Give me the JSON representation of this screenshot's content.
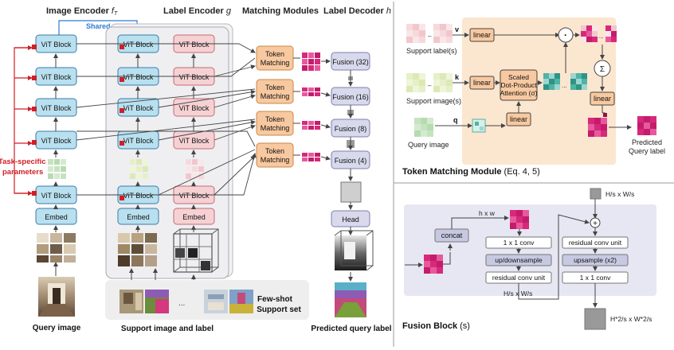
{
  "colors": {
    "vit_blue": "#b9e0ef",
    "vit_blue_border": "#3a7ca8",
    "vit_pink": "#f6d1d3",
    "vit_pink_border": "#c46b72",
    "token_orange": "#f8c9a0",
    "token_orange_border": "#c98849",
    "fusion_purple": "#d8d9ec",
    "fusion_purple_border": "#7e7fa8",
    "magenta": "#d8287c",
    "task_red": "#d11f26",
    "shared_blue": "#2f7bd0",
    "panel_bg": "#efeff2",
    "token_panel_bg": "#fbe6cf",
    "fusion_panel_bg": "#e6e7f2"
  },
  "headers": {
    "image_encoder": "Image Encoder",
    "image_encoder_sym": "f",
    "image_encoder_sub": "T",
    "label_encoder": "Label Encoder",
    "label_encoder_sym": "g",
    "matching_modules": "Matching Modules",
    "label_decoder": "Label Decoder",
    "label_decoder_sym": "h",
    "shared": "Shared"
  },
  "left": {
    "vit_block": "ViT Block",
    "embed": "Embed",
    "token_matching_line1": "Token",
    "token_matching_line2": "Matching",
    "task_specific_line1": "Task-specific",
    "task_specific_line2": "parameters",
    "fusions": [
      "Fusion (32)",
      "Fusion (16)",
      "Fusion (8)",
      "Fusion (4)"
    ],
    "head": "Head",
    "ellipsis": "...",
    "few_shot_line1": "Few-shot",
    "few_shot_line2": "Support set",
    "query_image": "Query image",
    "support_image_and_label": "Support image and label",
    "predicted_query_label": "Predicted query label"
  },
  "token_module": {
    "support_labels": "Support label(s)",
    "support_images": "Support image(s)",
    "query_image": "Query image",
    "v": "v",
    "k": "k",
    "q": "q",
    "linear": "linear",
    "scaled_line1": "Scaled",
    "scaled_line2": "Dot-Product",
    "scaled_line3": "Attention (σ)",
    "dot": "·",
    "sigma": "Σ",
    "predicted_line1": "Predicted",
    "predicted_line2": "Query label",
    "title_bold": "Token Matching Module",
    "title_rest": "(Eq. 4, 5)"
  },
  "fusion_block": {
    "input_size_top": "H/s x W/s",
    "hxw": "h x w",
    "concat": "concat",
    "conv1": "1 x 1 conv",
    "up_down": "up/downsample",
    "residual_left": "residual conv unit",
    "hs_ws": "H/s x W/s",
    "residual_right": "residual conv unit",
    "upsample": "upsample (x2)",
    "conv1_right": "1 x 1 conv",
    "output_size": "H*2/s x W*2/s",
    "plus": "+",
    "title_bold": "Fusion Block",
    "title_rest": "(s)"
  }
}
